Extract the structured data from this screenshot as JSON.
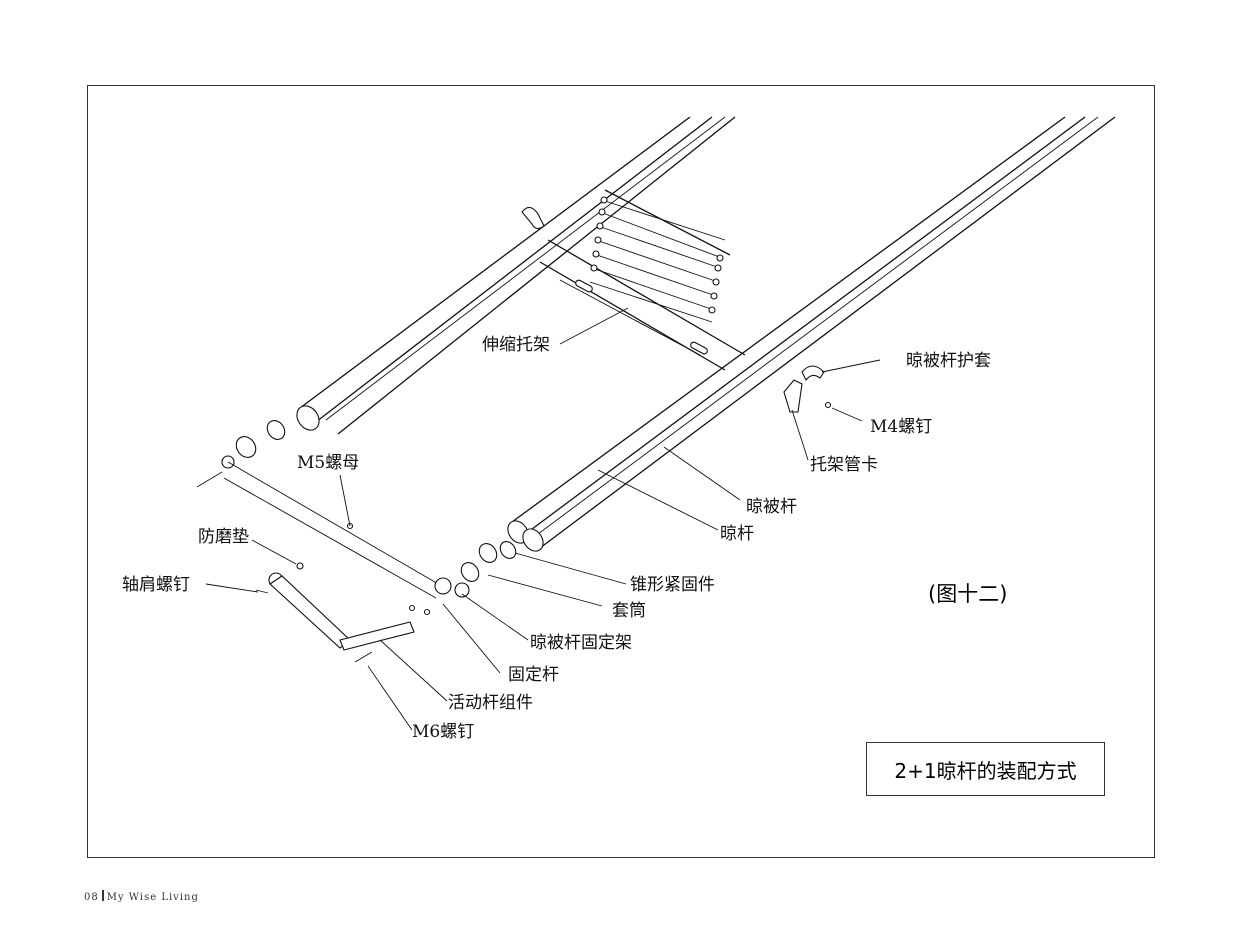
{
  "labels": {
    "telescopic_bracket": "伸缩托架",
    "quilt_rod_sleeve": "晾被杆护套",
    "m4_screw": "M4螺钉",
    "bracket_pipe_clip": "托架管卡",
    "quilt_rod": "晾被杆",
    "drying_rod": "晾杆",
    "m5_nut": "M5螺母",
    "wear_pad": "防磨垫",
    "shoulder_screw": "轴肩螺钉",
    "cone_fastener": "锥形紧固件",
    "sleeve": "套筒",
    "quilt_rod_holder": "晾被杆固定架",
    "fixed_rod": "固定杆",
    "movable_rod_assembly": "活动杆组件",
    "m6_screw": "M6螺钉"
  },
  "figure_number": "(图十二)",
  "title": "2+1晾杆的装配方式",
  "footer": {
    "page": "08",
    "brand": "My Wise Living"
  }
}
